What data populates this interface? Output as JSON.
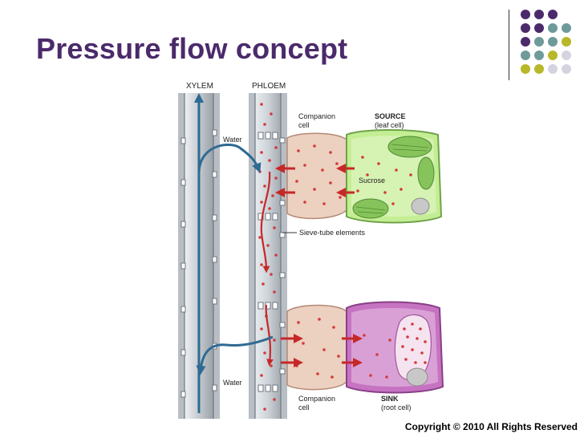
{
  "slide": {
    "title": "Pressure flow concept",
    "copyright": "Copyright © 2010 All Rights Reserved"
  },
  "diagram": {
    "labels": {
      "xylem": "XYLEM",
      "phloem": "PHLOEM",
      "water_top": "Water",
      "water_bottom": "Water",
      "companion_top_1": "Companion",
      "companion_top_2": "cell",
      "source_1": "SOURCE",
      "source_2": "(leaf cell)",
      "sucrose": "Sucrose",
      "sieve_tube": "Sieve-tube elements",
      "companion_bottom_1": "Companion",
      "companion_bottom_2": "cell",
      "sink_1": "SINK",
      "sink_2": "(root cell)"
    }
  },
  "colors": {
    "title": "#4b2a6b",
    "dot_purple": "#4b2a6b",
    "dot_teal": "#6e9a9a",
    "dot_olive": "#b8b82a",
    "dot_lilac": "#d6d3e0",
    "tube": "#c9ced3",
    "water_arrow": "#2e6a93",
    "sucrose": "#c62828",
    "companion_cell": "#ecd0c0",
    "source_cell": "#c4ee94",
    "sink_cell": "#c673c2"
  }
}
